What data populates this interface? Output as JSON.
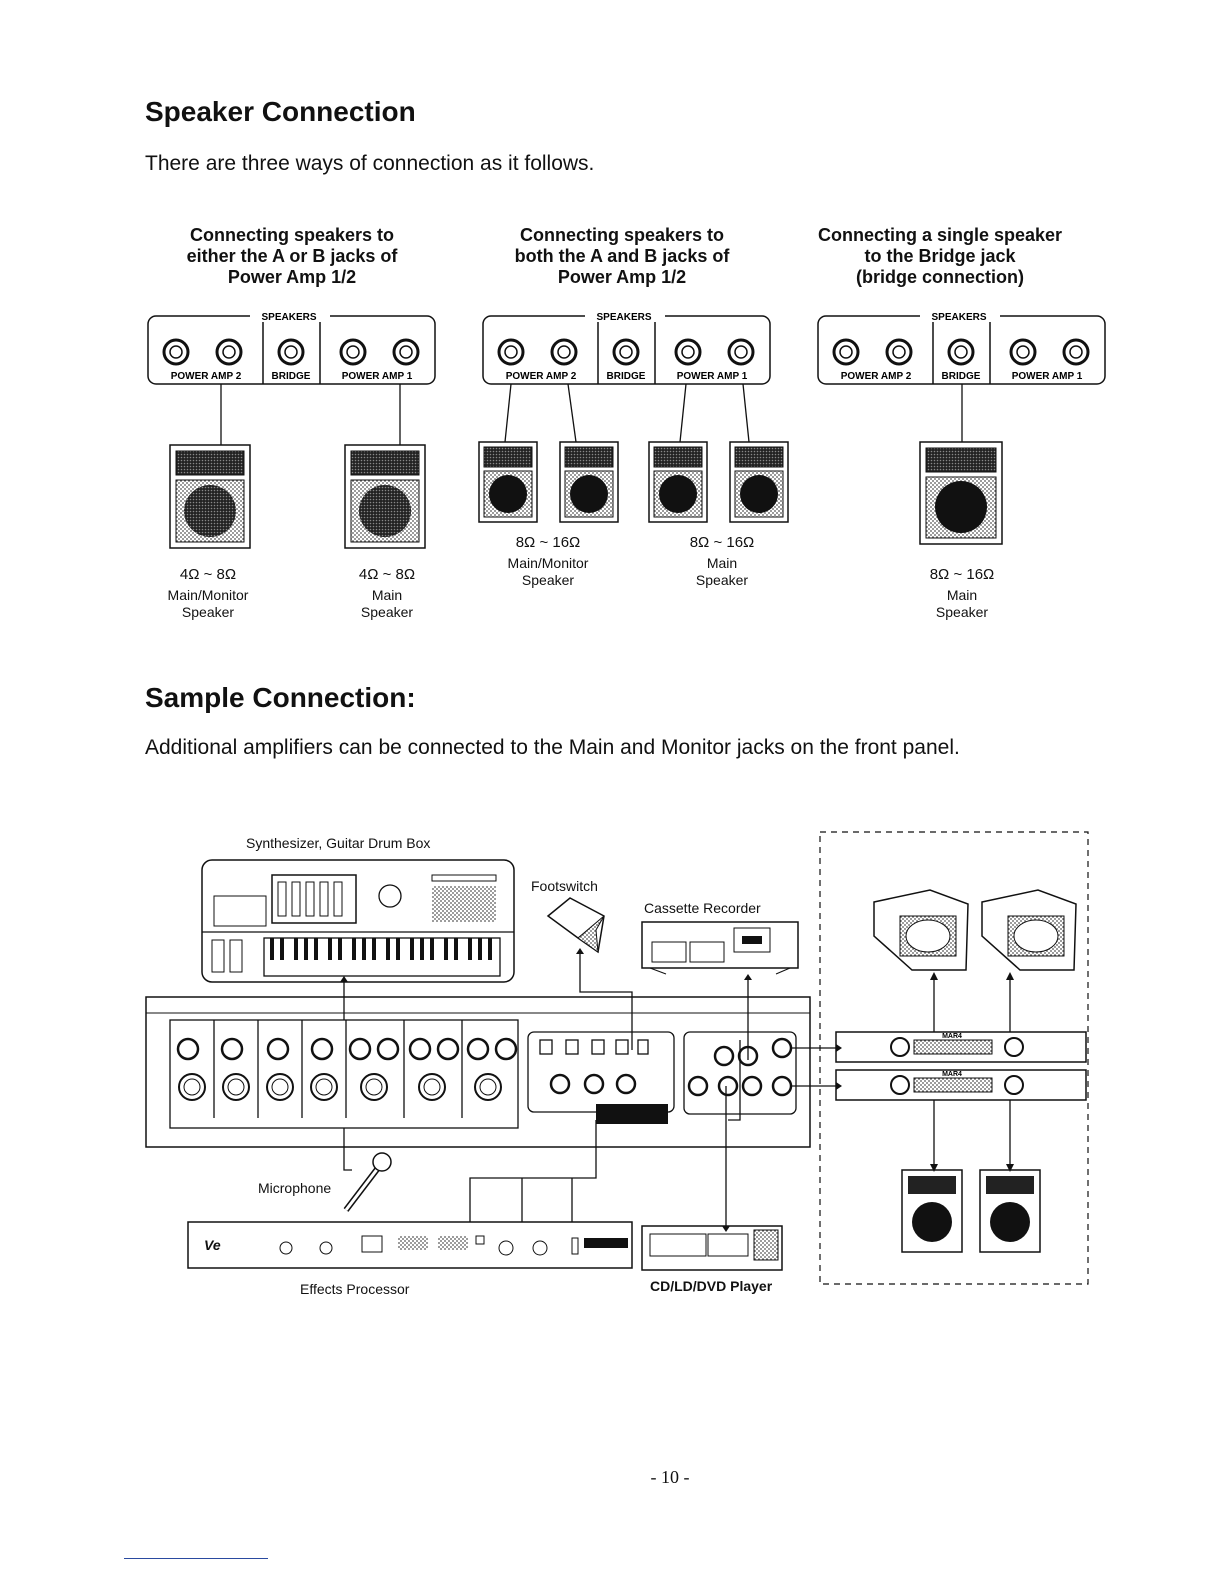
{
  "heading": "Speaker Connection",
  "intro": "There are three ways of connection as it follows.",
  "connections": [
    {
      "title_lines": [
        "Connecting speakers to",
        "either the A or B jacks of",
        "Power Amp 1/2"
      ],
      "panel": {
        "header": "SPEAKERS",
        "left": "POWER AMP 2",
        "mid": "BRIDGE",
        "right": "POWER AMP 1"
      },
      "speakers": [
        {
          "ohm": "4Ω ~ 8Ω",
          "type": "Main/Monitor",
          "word": "Speaker"
        },
        {
          "ohm": "4Ω ~ 8Ω",
          "type": "Main",
          "word": "Speaker"
        }
      ]
    },
    {
      "title_lines": [
        "Connecting speakers to",
        "both the A and B jacks of",
        "Power Amp 1/2"
      ],
      "panel": {
        "header": "SPEAKERS",
        "left": "POWER AMP 2",
        "mid": "BRIDGE",
        "right": "POWER AMP 1"
      },
      "speakers": [
        {
          "ohm": "8Ω ~ 16Ω",
          "type": "Main/Monitor",
          "word": "Speaker"
        },
        {
          "ohm": "8Ω ~ 16Ω",
          "type": "Main",
          "word": "Speaker"
        }
      ]
    },
    {
      "title_lines": [
        "Connecting a single speaker",
        "to the Bridge jack",
        "(bridge connection)"
      ],
      "panel": {
        "header": "SPEAKERS",
        "left": "POWER AMP 2",
        "mid": "BRIDGE",
        "right": "POWER AMP 1"
      },
      "speakers": [
        {
          "ohm": "8Ω ~ 16Ω",
          "type": "Main",
          "word": "Speaker"
        }
      ]
    }
  ],
  "sample": {
    "heading": "Sample Connection:",
    "text": "Additional amplifiers can be connected to the Main and Monitor jacks on the front panel.",
    "labels": {
      "synth": "Synthesizer, Guitar Drum Box",
      "footswitch": "Footswitch",
      "cassette": "Cassette Recorder",
      "microphone": "Microphone",
      "effects": "Effects Processor",
      "cd": "CD/LD/DVD Player",
      "amp_model": "MAR4"
    }
  },
  "page_number": "- 10 -"
}
